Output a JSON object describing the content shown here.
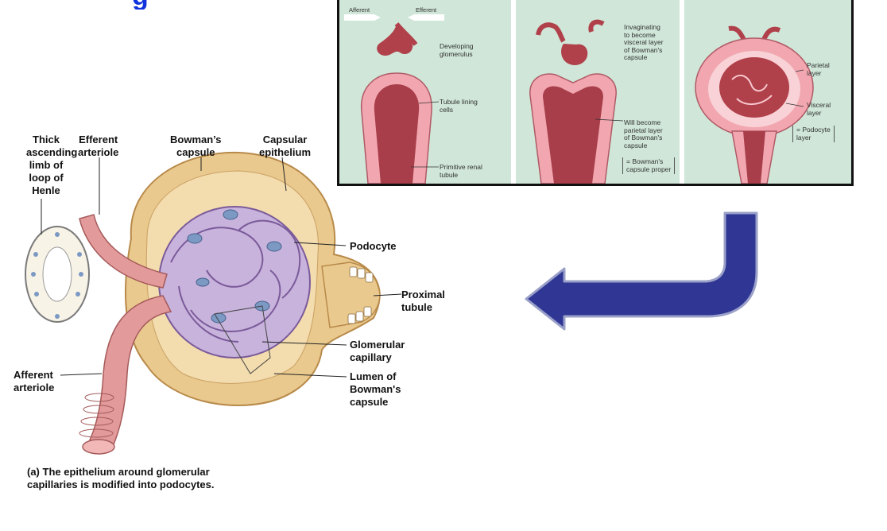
{
  "heading_fragment": "g",
  "main_diagram": {
    "labels": {
      "thick_ascending_limb": "Thick\nascending\nlimb of\nloop of\nHenle",
      "efferent_arteriole": "Efferent\narteriole",
      "bowmans_capsule": "Bowman’s\ncapsule",
      "capsular_epithelium": "Capsular\nepithelium",
      "podocyte": "Podocyte",
      "proximal_tubule": "Proximal\ntubule",
      "glomerular_capillary": "Glomerular\ncapillary",
      "lumen_of_bowmans_capsule": "Lumen of\nBowman's\ncapsule",
      "afferent_arteriole": "Afferent\narteriole"
    },
    "caption_marker": "(a)",
    "caption_text": "The epithelium around glomerular\ncapillaries is modified into podocytes."
  },
  "inset": {
    "panel1": {
      "afferent": "Afferent",
      "efferent": "Efferent",
      "developing_glomerulus": "Developing\nglomerulus",
      "tubule_lining_cells": "Tubule lining\ncells",
      "primitive_renal_tubule": "Primitive renal\ntubule"
    },
    "panel2": {
      "invaginating": "Invaginating\nto become\nvisceral layer\nof Bowman's\ncapsule",
      "will_become": "Will become\nparietal layer\nof Bowman's\ncapsule",
      "bowmans_capsule_proper": "= Bowman's\ncapsule proper"
    },
    "panel3": {
      "parietal_layer": "Parietal\nlayer",
      "visceral_layer": "Visceral\nlayer",
      "podocyte_layer": "= Podocyte\nlayer"
    }
  },
  "colors": {
    "arrow_fill": "#2f3694",
    "arrow_stroke": "#9aa0c8",
    "capsule_tan": "#e9c98e",
    "podocyte_purple": "#c8b3dc",
    "arteriole_pink": "#e39a9a",
    "inset_bg": "#cfe6d8",
    "tubule_pink": "#f2a7b0",
    "glomerulus_red": "#b0404a"
  }
}
